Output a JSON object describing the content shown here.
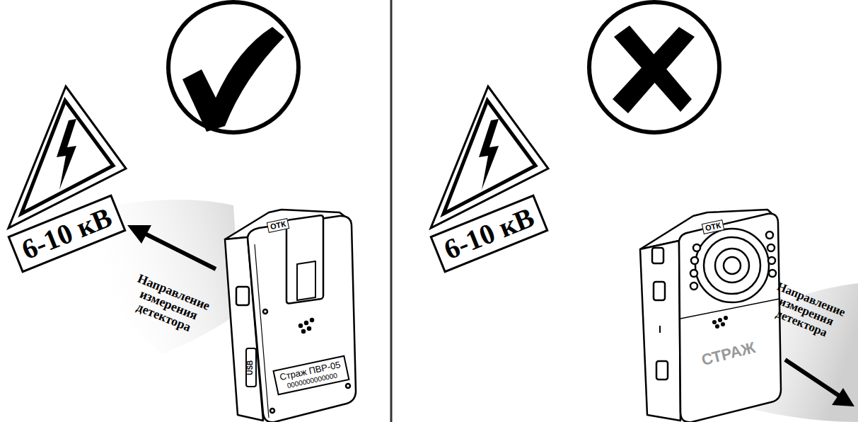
{
  "diagram": {
    "nodes": [
      {
        "text": [
          "6-10 кВ"
        ]
      },
      {
        "text": [
          "ОТК"
        ]
      },
      {
        "text": [
          "Страж ПВР-05",
          "0000000000000"
        ]
      },
      {
        "text": [
          "6-10 кВ"
        ]
      },
      {
        "text": [
          "ОТК"
        ]
      }
    ],
    "labels": [
      "Направление измерения детектора",
      "USB",
      "Направление измерения детектора",
      "СТРАЖ"
    ]
  }
}
